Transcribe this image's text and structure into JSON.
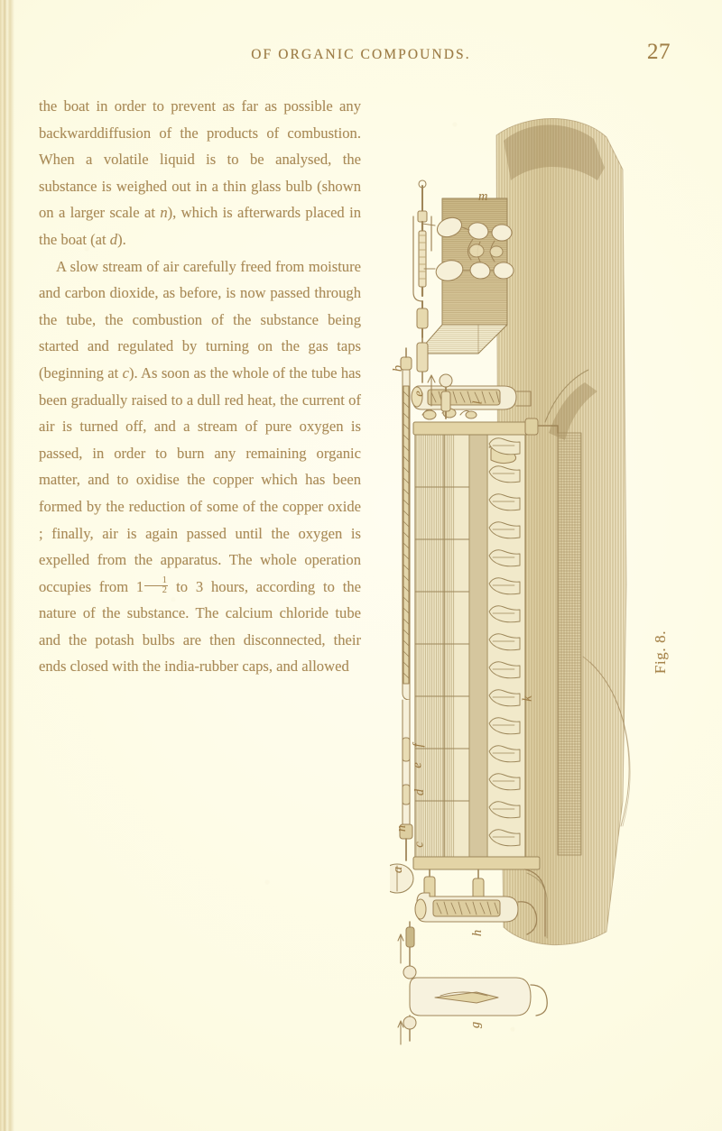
{
  "page": {
    "header_title": "OF ORGANIC COMPOUNDS.",
    "page_number": "27",
    "paper_color": "#fdfbe4",
    "ink_color": "#a98a57"
  },
  "body": {
    "paragraph_1": {
      "line_1": "the boat in order to prevent as far as possible any backward",
      "full": "the boat in order to prevent as far as possible any backward diffusion of the products of combustion. When a volatile liquid is to be analysed, the substance is weighed out in a thin glass bulb (shown on a larger scale at n), which is afterwards placed in the boat (at d).",
      "pre_italic_1": "diffusion of the products of combustion.  When a volatile liquid is to be analysed, the substance is weighed out in a thin glass bulb (shown on a larger scale at ",
      "italic_1": "n",
      "mid_1": "), which is afterwards placed in the boat (at ",
      "italic_2": "d",
      "post_1": ")."
    },
    "paragraph_2": {
      "pre_italic": "A slow stream of air carefully freed from moisture and carbon dioxide, as before, is now passed through the tube, the combustion of the substance being started and regulated by turning on the gas taps (beginning at ",
      "italic_c": "c",
      "mid": ").  As soon as the whole of the tube has been gradually raised to a dull red heat, the current of air is turned off, and a stream of pure oxygen is passed, in order to burn any remaining organic matter, and to oxidise the copper which has been formed by the reduction of some of the copper oxide ; finally, air is again passed until the oxygen is expelled from the apparatus.  The whole operation occupies from ",
      "fraction_whole": "1",
      "fraction_numerator": "1",
      "fraction_denominator": "2",
      "post": " to 3 hours, according to the nature of the substance.  The calcium chloride tube and the potash bulbs are then disconnected, their ends closed with the india-rubber caps, and allowed"
    }
  },
  "figure": {
    "caption": "Fig. 8.",
    "labels": [
      {
        "id": "a",
        "text": "a"
      },
      {
        "id": "b",
        "text": "b"
      },
      {
        "id": "c",
        "text": "c"
      },
      {
        "id": "d",
        "text": "d"
      },
      {
        "id": "e",
        "text": "e"
      },
      {
        "id": "e2",
        "text": "e"
      },
      {
        "id": "f",
        "text": "f"
      },
      {
        "id": "f2",
        "text": "f"
      },
      {
        "id": "g",
        "text": "g"
      },
      {
        "id": "h",
        "text": "h"
      },
      {
        "id": "k",
        "text": "k"
      },
      {
        "id": "l",
        "text": "l"
      },
      {
        "id": "m",
        "text": "m"
      },
      {
        "id": "n",
        "text": "n"
      }
    ]
  }
}
